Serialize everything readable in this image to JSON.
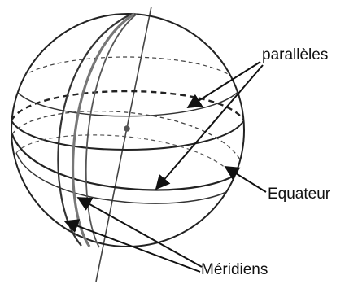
{
  "labels": {
    "paralleles": "parallèles",
    "equateur": "Equateur",
    "meridiens": "Méridiens"
  },
  "colors": {
    "ink": "#222222",
    "grey": "#777777",
    "background": "#ffffff"
  }
}
